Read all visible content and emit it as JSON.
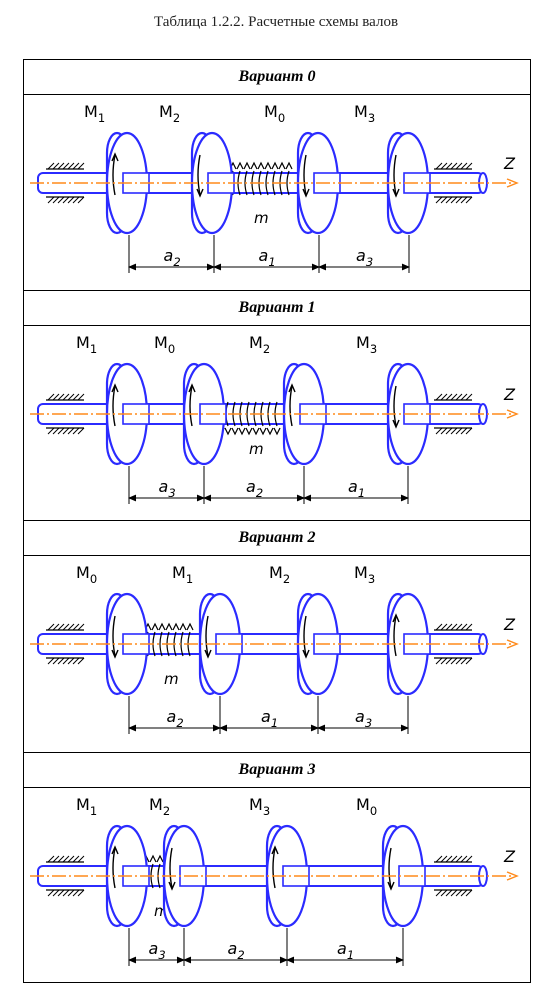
{
  "caption": "Таблица 1.2.2. Расчетные схемы валов",
  "axis_label": "Z",
  "distributed_label": "m",
  "variants": [
    {
      "title": "Вариант 0",
      "moments": [
        "M1",
        "M2",
        "M0",
        "M3"
      ],
      "spans": [
        "a2",
        "a1",
        "a3"
      ]
    },
    {
      "title": "Вариант 1",
      "moments": [
        "M1",
        "M0",
        "M2",
        "M3"
      ],
      "spans": [
        "a3",
        "a2",
        "a1"
      ]
    },
    {
      "title": "Вариант 2",
      "moments": [
        "M0",
        "M1",
        "M2",
        "M3"
      ],
      "spans": [
        "a2",
        "a1",
        "a3"
      ]
    },
    {
      "title": "Вариант 3",
      "moments": [
        "M1",
        "M2",
        "M3",
        "M0"
      ],
      "spans": [
        "a3",
        "a2",
        "a1"
      ]
    }
  ],
  "colors": {
    "shaft": "#2b2bff",
    "axis": "#ff8a1a",
    "line": "#000000"
  }
}
